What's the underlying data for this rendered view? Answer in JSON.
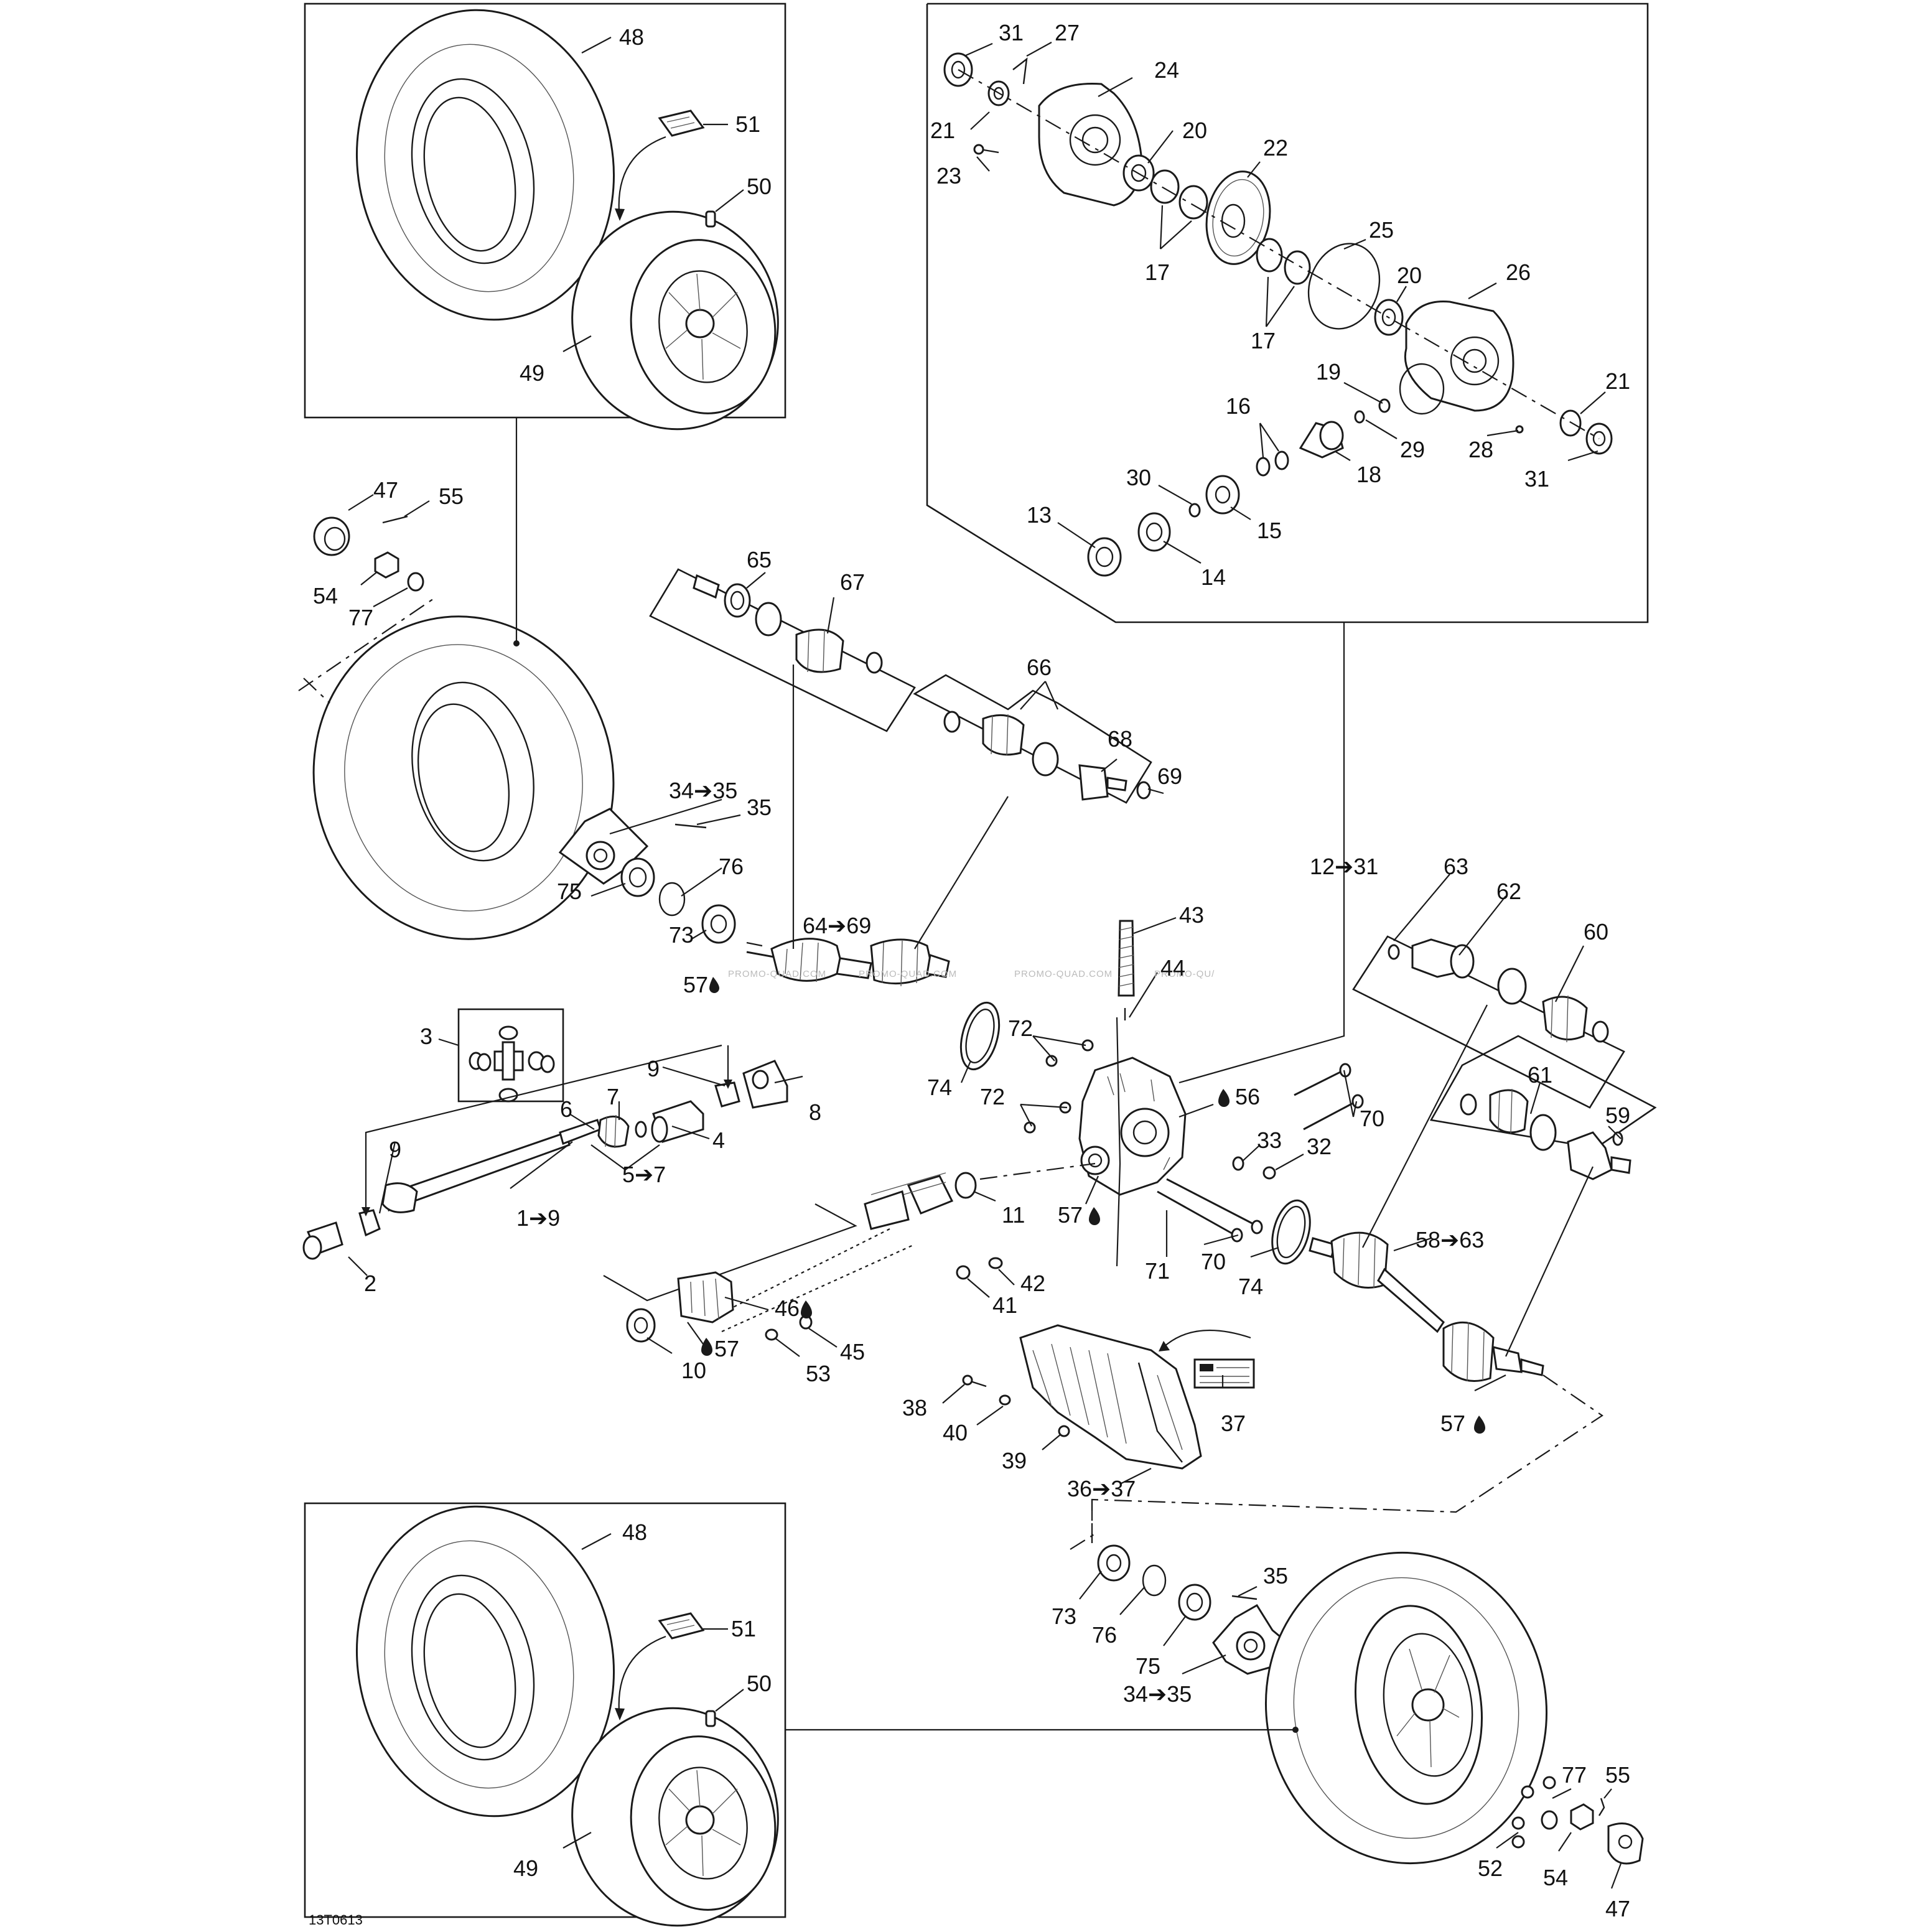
{
  "figure_code": "13T0613",
  "watermark": [
    "PROMO-QUAD.COM",
    "PROMO-QUAD.COM",
    "PROMO-QUAD.COM",
    "PROMO-QU/"
  ],
  "icons": {
    "drop": "oil-drop-icon",
    "arrow": "range-arrow-icon"
  },
  "callouts": {
    "c48_top": "48",
    "c51_top": "51",
    "c50_top": "50",
    "c49_top": "49",
    "c47_left": "47",
    "c55_left": "55",
    "c54_left": "54",
    "c77_left": "77",
    "c31_a": "31",
    "c27": "27",
    "c24": "24",
    "c21_a": "21",
    "c20_a": "20",
    "c23": "23",
    "c22": "22",
    "c17_a": "17",
    "c25": "25",
    "c20_b": "20",
    "c26": "26",
    "c17_b": "17",
    "c19": "19",
    "c16": "16",
    "c21_b": "21",
    "c29": "29",
    "c28": "28",
    "c18": "18",
    "c30": "30",
    "c31_b": "31",
    "c13": "13",
    "c15": "15",
    "c14": "14",
    "c65": "65",
    "c67": "67",
    "c66": "66",
    "c68": "68",
    "c69": "69",
    "c34_35_left": "34➔35",
    "c35_left": "35",
    "c76_left": "76",
    "c75_left": "75",
    "c73_left": "73",
    "c64_69": "64➔69",
    "c57_a": "57",
    "c12_31": "12➔31",
    "c63": "63",
    "c62": "62",
    "c60": "60",
    "c43": "43",
    "c44": "44",
    "c3": "3",
    "c9_a": "9",
    "c8": "8",
    "c72_a": "72",
    "c74_a": "74",
    "c56": "56",
    "c70_a": "70",
    "c6": "6",
    "c7": "7",
    "c4": "4",
    "c72_b": "72",
    "c33": "33",
    "c32": "32",
    "c61": "61",
    "c59": "59",
    "c5_7": "5➔7",
    "c9_b": "9",
    "c1_9": "1➔9",
    "c2": "2",
    "c11": "11",
    "c57_b": "57",
    "c58_63": "58➔63",
    "c71": "71",
    "c70_b": "70",
    "c74_b": "74",
    "c42": "42",
    "c41": "41",
    "c46": "46",
    "c45": "45",
    "c57_c": "57",
    "c10": "10",
    "c53": "53",
    "c38": "38",
    "c40": "40",
    "c37": "37",
    "c39": "39",
    "c36_37": "36➔37",
    "c57_d": "57",
    "c48_bot": "48",
    "c51_bot": "51",
    "c50_bot": "50",
    "c49_bot": "49",
    "c35_right": "35",
    "c73_right": "73",
    "c76_right": "76",
    "c75_right": "75",
    "c34_35_right": "34➔35",
    "c77_right": "77",
    "c55_right": "55",
    "c52": "52",
    "c54_right": "54",
    "c47_right": "47"
  }
}
